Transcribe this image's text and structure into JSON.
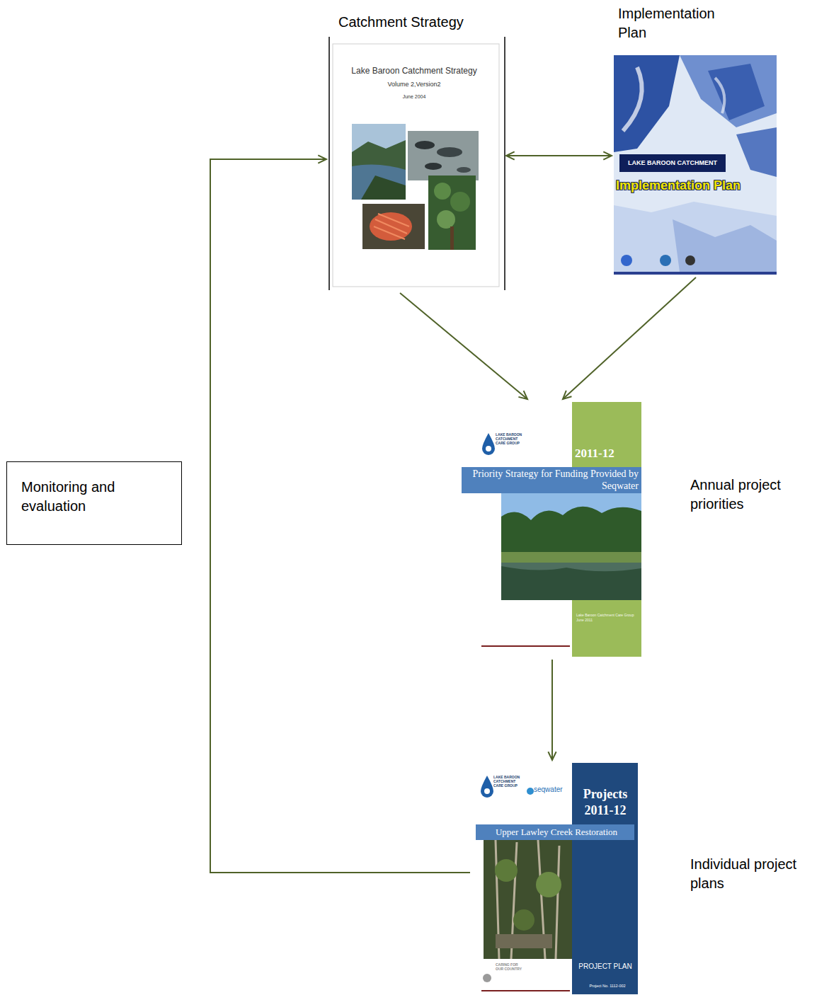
{
  "diagram": {
    "nodes": [
      {
        "text": [
          "Catchment Strategy",
          "Lake Baroon Catchment Strategy",
          "Volume 2,Version2",
          "June 2004"
        ]
      },
      {
        "text": [
          "Implementation Plan",
          "LAKE BAROON CATCHMENT",
          "Implementation Plan"
        ]
      },
      {
        "text": [
          "Annual project priorities",
          "LAKE BAROON CATCHMENT CARE GROUP",
          "2011-12",
          "Priority Strategy for Funding Provided by Seqwater",
          "Lake Baroon Catchment Care Group June 2011"
        ]
      },
      {
        "text": [
          "Individual project plans",
          "LAKE BAROON CATCHMENT CARE GROUP",
          "seqwater",
          "Projects 2011-12",
          "Upper Lawley Creek Restoration",
          "CARING FOR OUR COUNTRY",
          "PROJECT PLAN",
          "Project No. 1112-002"
        ]
      },
      {
        "text": [
          "Monitoring and evaluation"
        ]
      }
    ],
    "edges": [
      {
        "from": 0,
        "to": 1,
        "arrow": "both"
      },
      {
        "from": 0,
        "to": 2,
        "arrow": "to"
      },
      {
        "from": 1,
        "to": 2,
        "arrow": "to"
      },
      {
        "from": 2,
        "to": 3,
        "arrow": "to"
      },
      {
        "from": 3,
        "to": 0,
        "arrow": "to"
      }
    ]
  }
}
